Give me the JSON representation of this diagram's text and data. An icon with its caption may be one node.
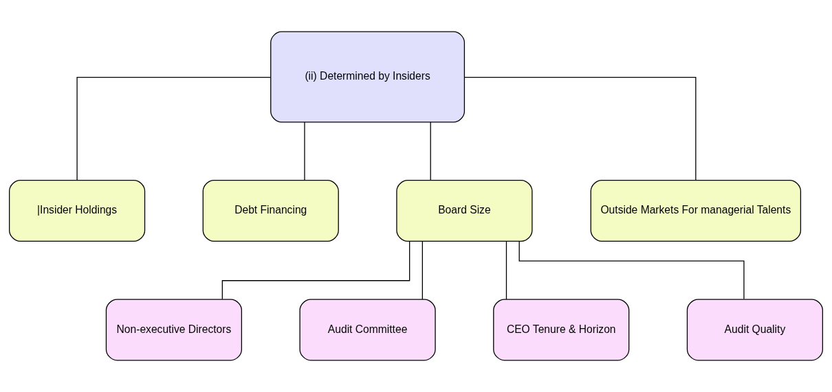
{
  "diagram": {
    "nodes": [
      {
        "text": [
          "(ii) Determined by Insiders"
        ]
      },
      {
        "text": [
          "|Insider Holdings"
        ]
      },
      {
        "text": [
          "Debt Financing"
        ]
      },
      {
        "text": [
          "Board Size"
        ]
      },
      {
        "text": [
          "Outside Markets For managerial Talents"
        ]
      },
      {
        "text": [
          "Non-executive Directors"
        ]
      },
      {
        "text": [
          "Audit Committee"
        ]
      },
      {
        "text": [
          "CEO Tenure & Horizon"
        ]
      },
      {
        "text": [
          "Audit Quality"
        ]
      }
    ],
    "edges": [
      {
        "from": 0,
        "to": 1,
        "arrow": "none"
      },
      {
        "from": 0,
        "to": 2,
        "arrow": "none"
      },
      {
        "from": 0,
        "to": 3,
        "arrow": "none"
      },
      {
        "from": 0,
        "to": 4,
        "arrow": "none"
      },
      {
        "from": 3,
        "to": 5,
        "arrow": "none"
      },
      {
        "from": 3,
        "to": 6,
        "arrow": "none"
      },
      {
        "from": 3,
        "to": 7,
        "arrow": "none"
      },
      {
        "from": 3,
        "to": 8,
        "arrow": "none"
      }
    ]
  }
}
